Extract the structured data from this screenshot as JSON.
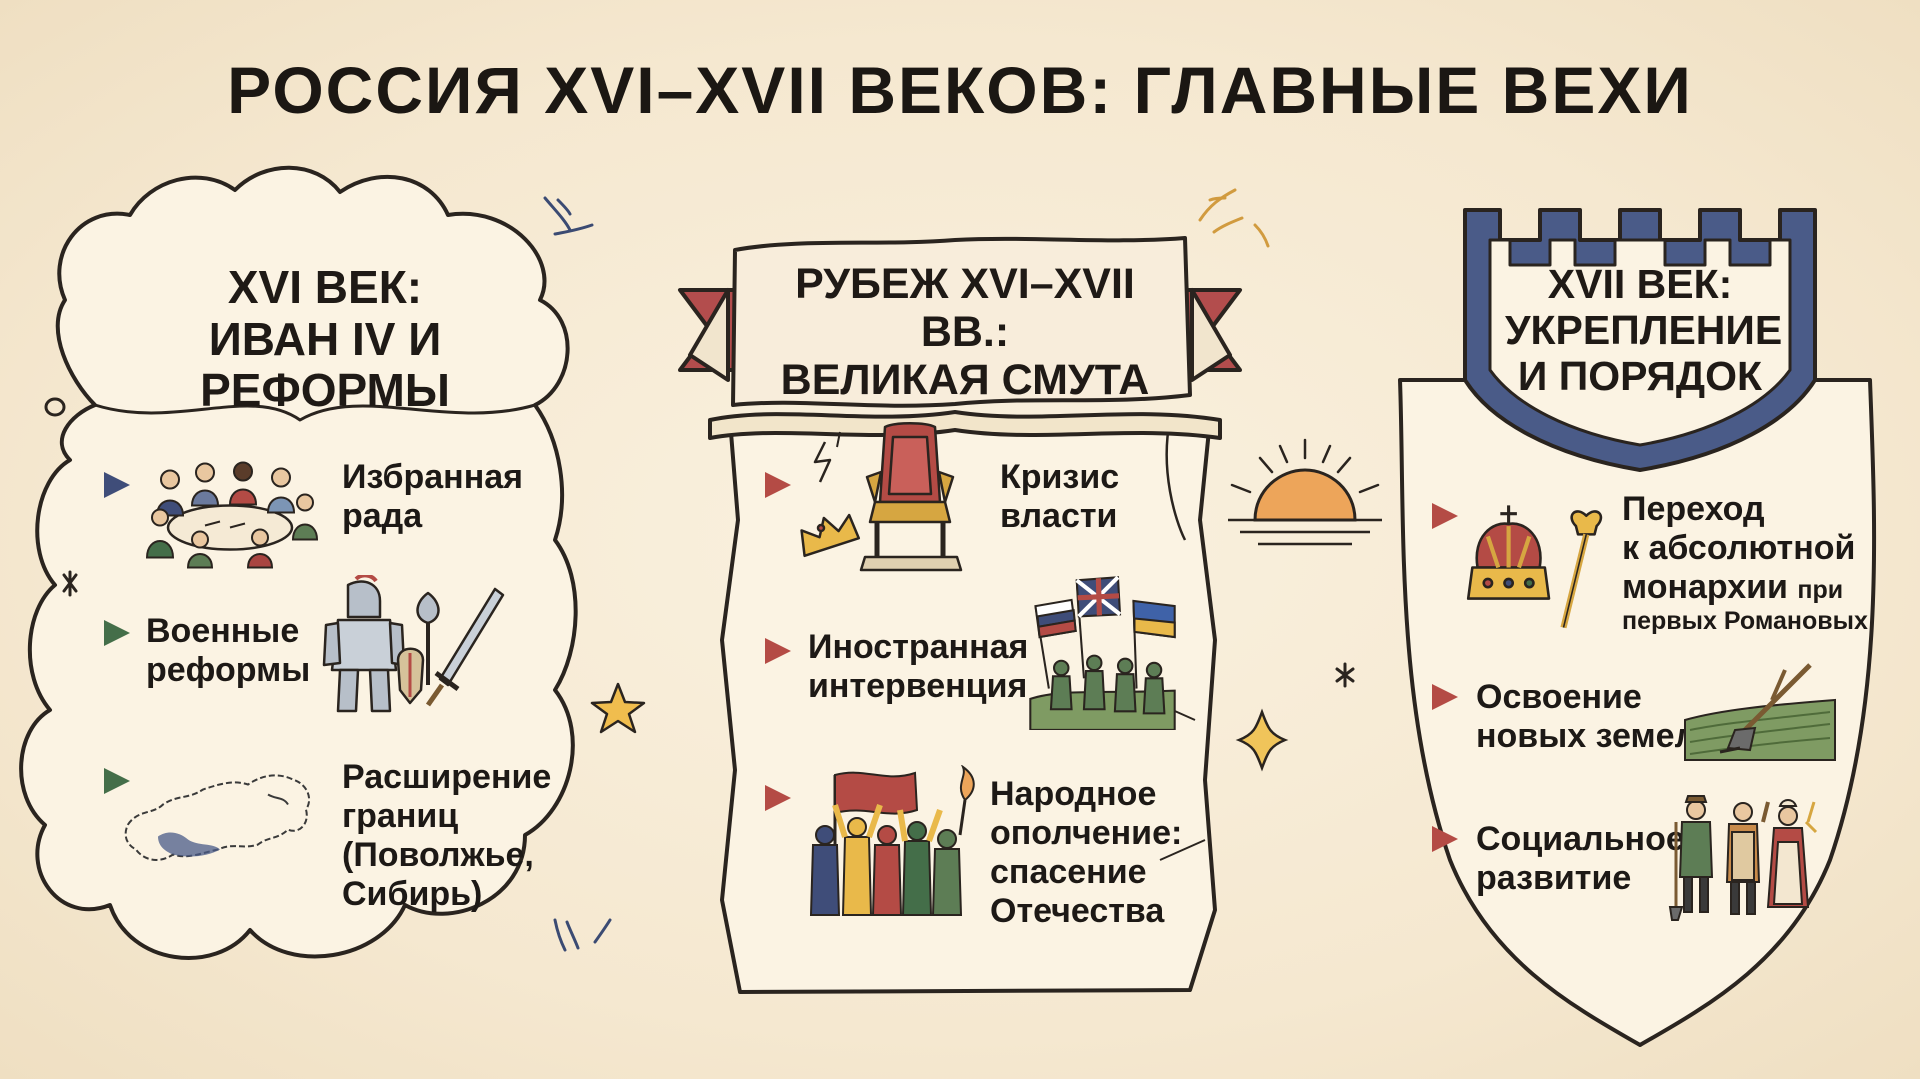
{
  "title": "РОССИЯ XVI–XVII ВЕКОВ: ГЛАВНЫЕ ВЕХИ",
  "colors": {
    "ink": "#1e1a17",
    "paper": "#f7ecd8",
    "bullet_blue": "#3f4d79",
    "bullet_green": "#446e49",
    "bullet_red": "#b44b45",
    "shield_blue": "#495b87",
    "ribbon_red": "#b34d4d",
    "crown_gold": "#d6a641",
    "sun_orange": "#eda55a",
    "accent_yellow": "#f0bd4e"
  },
  "panels": {
    "left": {
      "title_lines": [
        "XVI ВЕК:",
        "ИВАН IV И РЕФОРМЫ"
      ],
      "items": [
        {
          "text_lines": [
            "Избранная",
            "рада"
          ],
          "icon": "council-table-icon"
        },
        {
          "text_lines": [
            "Военные",
            "реформы"
          ],
          "icon": "armor-weapons-icon"
        },
        {
          "text_lines": [
            "Расширение",
            "границ",
            "(Поволжье,",
            "Сибирь)"
          ],
          "icon": "map-russia-icon"
        }
      ]
    },
    "center": {
      "title_lines": [
        "РУБЕЖ XVI–XVII ВВ.:",
        "ВЕЛИКАЯ СМУТА"
      ],
      "items": [
        {
          "text_lines": [
            "Кризис",
            "власти"
          ],
          "icon": "empty-throne-crown-icon"
        },
        {
          "text_lines": [
            "Иностранная",
            "интервенция"
          ],
          "icon": "foreign-flags-soldiers-icon"
        },
        {
          "text_lines": [
            "Народное",
            "ополчение:",
            "спасение",
            "Отечества"
          ],
          "icon": "militia-crowd-icon"
        }
      ]
    },
    "right": {
      "title_lines": [
        "XVII ВЕК:",
        "УКРЕПЛЕНИЕ",
        "И ПОРЯДОК"
      ],
      "items": [
        {
          "text_lines": [
            "Переход",
            "к абсолютной"
          ],
          "text_bold_inline": "монархии",
          "text_small_inline": "при",
          "text_small_line": "первых Романовых",
          "icon": "crown-scepter-icon"
        },
        {
          "text_lines": [
            "Освоение",
            "новых земель"
          ],
          "icon": "plough-field-icon"
        },
        {
          "text_lines": [
            "Социальное",
            "развитие"
          ],
          "icon": "townspeople-icon"
        }
      ]
    }
  }
}
